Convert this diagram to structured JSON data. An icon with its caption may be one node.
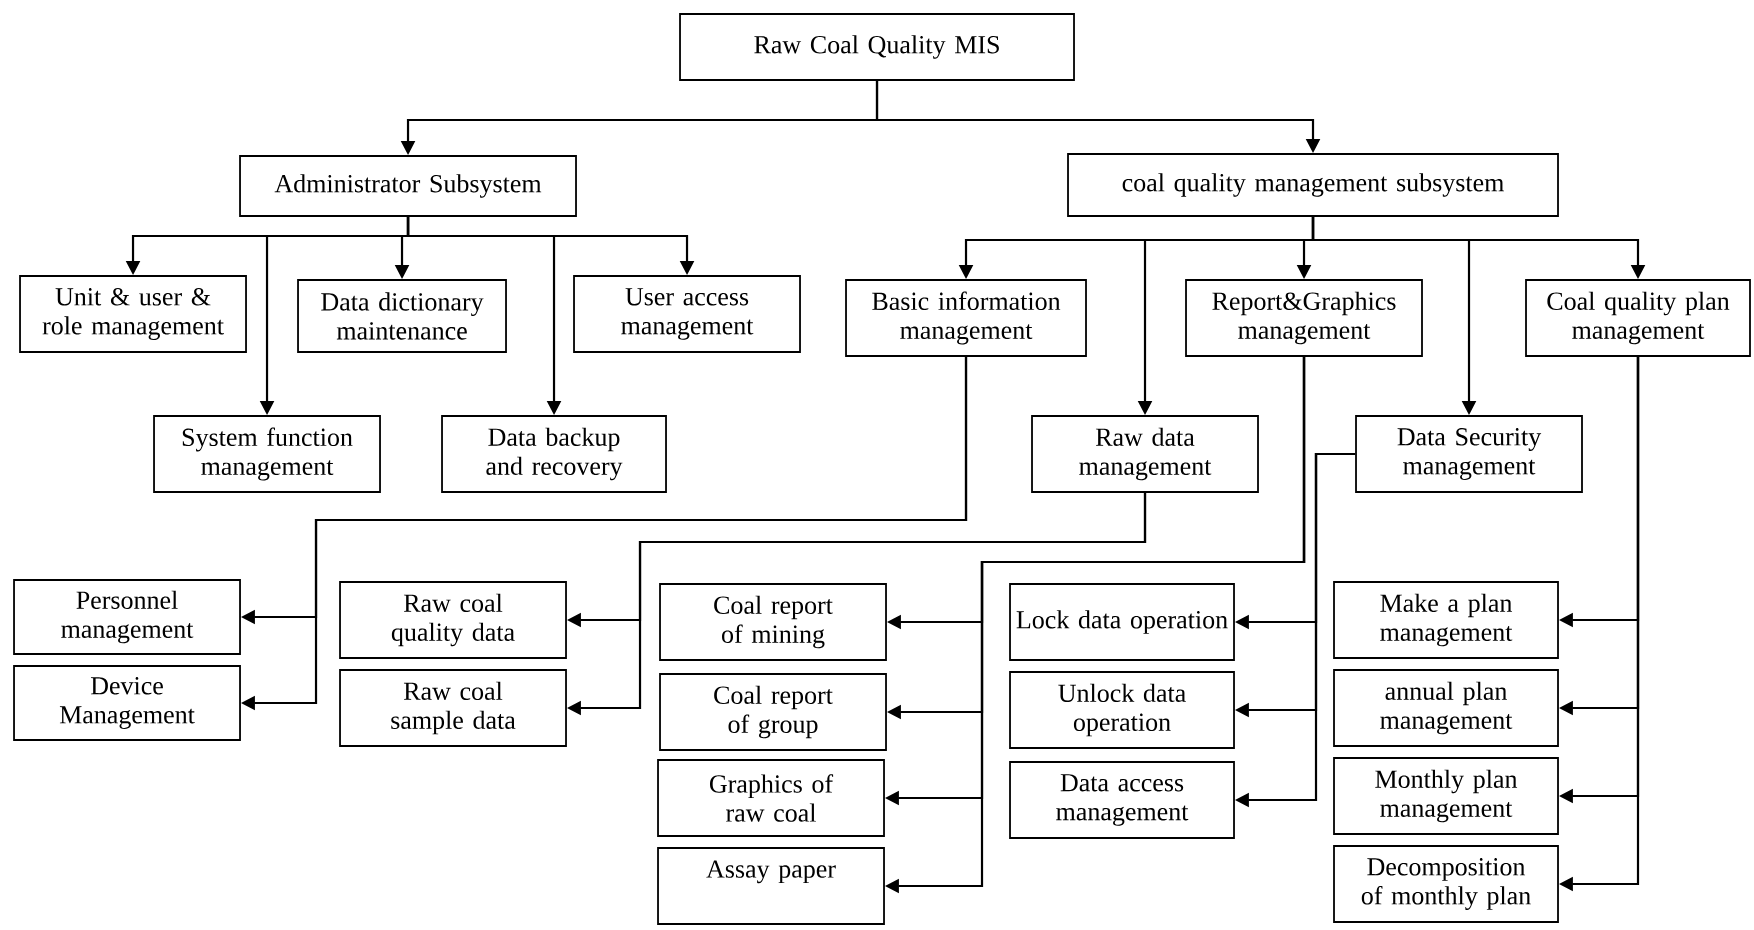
{
  "diagram": {
    "nodes": [
      {
        "text": [
          "Raw Coal Quality MIS"
        ]
      },
      {
        "text": [
          "Administrator Subsystem"
        ]
      },
      {
        "text": [
          "coal quality management subsystem"
        ]
      },
      {
        "text": [
          "Unit & user & role management"
        ]
      },
      {
        "text": [
          "System function management"
        ]
      },
      {
        "text": [
          "Data dictionary maintenance"
        ]
      },
      {
        "text": [
          "Data backup and recovery"
        ]
      },
      {
        "text": [
          "User access management"
        ]
      },
      {
        "text": [
          "Basic information management"
        ]
      },
      {
        "text": [
          "Raw data management"
        ]
      },
      {
        "text": [
          "Report&Graphics management"
        ]
      },
      {
        "text": [
          "Data Security management"
        ]
      },
      {
        "text": [
          "Coal quality plan management"
        ]
      },
      {
        "text": [
          "Personnel management"
        ]
      },
      {
        "text": [
          "Device Management"
        ]
      },
      {
        "text": [
          "Raw coal quality data"
        ]
      },
      {
        "text": [
          "Raw coal sample data"
        ]
      },
      {
        "text": [
          "Coal report of mining"
        ]
      },
      {
        "text": [
          "Coal report of group"
        ]
      },
      {
        "text": [
          "Graphics of raw coal"
        ]
      },
      {
        "text": [
          "Assay paper"
        ]
      },
      {
        "text": [
          "Lock data operation"
        ]
      },
      {
        "text": [
          "Unlock data operation"
        ]
      },
      {
        "text": [
          "Data access management"
        ]
      },
      {
        "text": [
          "Make a plan management"
        ]
      },
      {
        "text": [
          "annual plan management"
        ]
      },
      {
        "text": [
          "Monthly plan management"
        ]
      },
      {
        "text": [
          "Decomposition of monthly plan"
        ]
      }
    ],
    "edges": [
      {
        "from": 0,
        "to": 1,
        "arrow": "to"
      },
      {
        "from": 0,
        "to": 2,
        "arrow": "to"
      },
      {
        "from": 1,
        "to": 3,
        "arrow": "to"
      },
      {
        "from": 1,
        "to": 4,
        "arrow": "to"
      },
      {
        "from": 1,
        "to": 5,
        "arrow": "to"
      },
      {
        "from": 1,
        "to": 6,
        "arrow": "to"
      },
      {
        "from": 1,
        "to": 7,
        "arrow": "to"
      },
      {
        "from": 2,
        "to": 8,
        "arrow": "to"
      },
      {
        "from": 2,
        "to": 9,
        "arrow": "to"
      },
      {
        "from": 2,
        "to": 10,
        "arrow": "to"
      },
      {
        "from": 2,
        "to": 11,
        "arrow": "to"
      },
      {
        "from": 2,
        "to": 12,
        "arrow": "to"
      },
      {
        "from": 8,
        "to": 13,
        "arrow": "to"
      },
      {
        "from": 8,
        "to": 14,
        "arrow": "to"
      },
      {
        "from": 9,
        "to": 15,
        "arrow": "to"
      },
      {
        "from": 9,
        "to": 16,
        "arrow": "to"
      },
      {
        "from": 10,
        "to": 17,
        "arrow": "to"
      },
      {
        "from": 10,
        "to": 18,
        "arrow": "to"
      },
      {
        "from": 10,
        "to": 19,
        "arrow": "to"
      },
      {
        "from": 10,
        "to": 20,
        "arrow": "to"
      },
      {
        "from": 11,
        "to": 21,
        "arrow": "to"
      },
      {
        "from": 11,
        "to": 22,
        "arrow": "to"
      },
      {
        "from": 11,
        "to": 23,
        "arrow": "to"
      },
      {
        "from": 12,
        "to": 24,
        "arrow": "to"
      },
      {
        "from": 12,
        "to": 25,
        "arrow": "to"
      },
      {
        "from": 12,
        "to": 26,
        "arrow": "to"
      },
      {
        "from": 12,
        "to": 27,
        "arrow": "to"
      }
    ]
  }
}
